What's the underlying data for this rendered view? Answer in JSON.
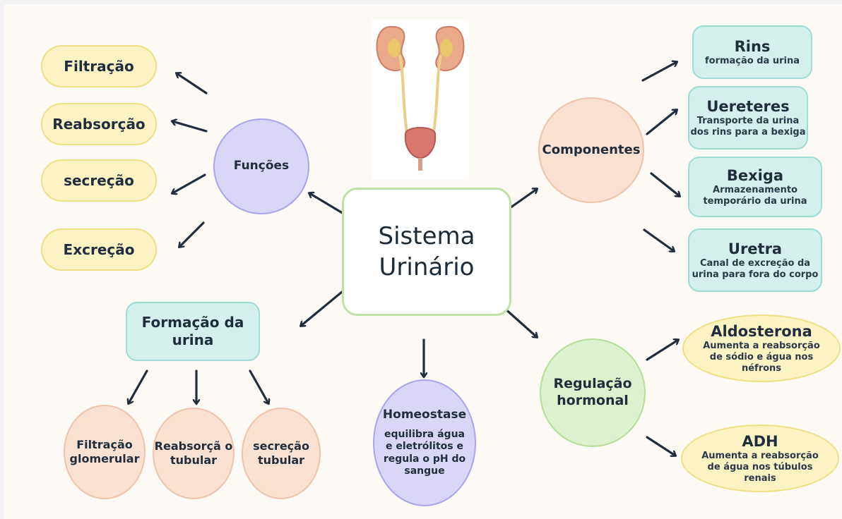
{
  "center": {
    "line1": "Sistema",
    "line2": "Urinário"
  },
  "funcoes": {
    "label": "Funções",
    "items": [
      "Filtração",
      "Reabsorção",
      "secreção",
      "Excreção"
    ]
  },
  "componentes": {
    "label": "Componentes",
    "items": [
      {
        "title": "Rins",
        "desc": "formação da urina"
      },
      {
        "title": "Uereteres",
        "desc": "Transporte da urina dos rins para a bexiga"
      },
      {
        "title": "Bexiga",
        "desc": "Armazenamento temporário da urina"
      },
      {
        "title": "Uretra",
        "desc": "Canal de excreção da urina para fora do corpo"
      }
    ]
  },
  "formacao": {
    "label": "Formação da urina",
    "items": [
      "Filtração glomerular",
      "Reabsorçã o tubular",
      "secreção tubular"
    ]
  },
  "homeostase": {
    "title": "Homeostase",
    "desc": "equilibra água e eletrólitos e regula o pH do sangue"
  },
  "regulacao": {
    "label": "Regulação hormonal",
    "items": [
      {
        "title": "Aldosterona",
        "desc": "Aumenta a reabsorção de sódio e água nos néfrons"
      },
      {
        "title": "ADH",
        "desc": "Aumenta a reabsorção de água nos túbulos renais"
      }
    ]
  },
  "colors": {
    "yellow": "#fcf3c4",
    "purple": "#d9d6f7",
    "peach": "#fbe1d2",
    "teal": "#d3f0ec",
    "green": "#dcf1cd",
    "arrow": "#1f2d3d"
  }
}
